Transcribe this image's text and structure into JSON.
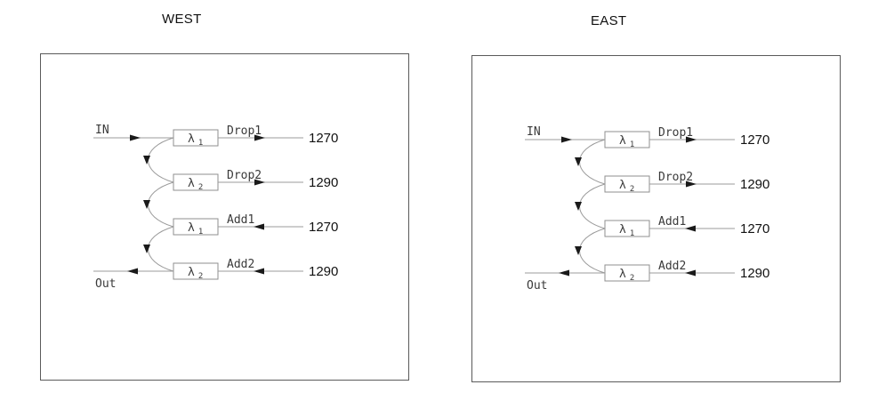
{
  "colors": {
    "background": "#ffffff",
    "wire": "#9b9b9b",
    "box_border": "#8f8f8f",
    "arrow": "#1a1a1a",
    "label_text": "#3a3a3a",
    "title_text": "#111111"
  },
  "panels": [
    {
      "title": "WEST",
      "in_label": "IN",
      "out_label": "Out",
      "rows": [
        {
          "lambda": "λ",
          "sub": "1",
          "port": "Drop1",
          "wavelength": "1270",
          "direction": "drop"
        },
        {
          "lambda": "λ",
          "sub": "2",
          "port": "Drop2",
          "wavelength": "1290",
          "direction": "drop"
        },
        {
          "lambda": "λ",
          "sub": "1",
          "port": "Add1",
          "wavelength": "1270",
          "direction": "add"
        },
        {
          "lambda": "λ",
          "sub": "2",
          "port": "Add2",
          "wavelength": "1290",
          "direction": "add"
        }
      ]
    },
    {
      "title": "EAST",
      "in_label": "IN",
      "out_label": "Out",
      "rows": [
        {
          "lambda": "λ",
          "sub": "1",
          "port": "Drop1",
          "wavelength": "1270",
          "direction": "drop"
        },
        {
          "lambda": "λ",
          "sub": "2",
          "port": "Drop2",
          "wavelength": "1290",
          "direction": "drop"
        },
        {
          "lambda": "λ",
          "sub": "1",
          "port": "Add1",
          "wavelength": "1270",
          "direction": "add"
        },
        {
          "lambda": "λ",
          "sub": "2",
          "port": "Add2",
          "wavelength": "1290",
          "direction": "add"
        }
      ]
    }
  ]
}
